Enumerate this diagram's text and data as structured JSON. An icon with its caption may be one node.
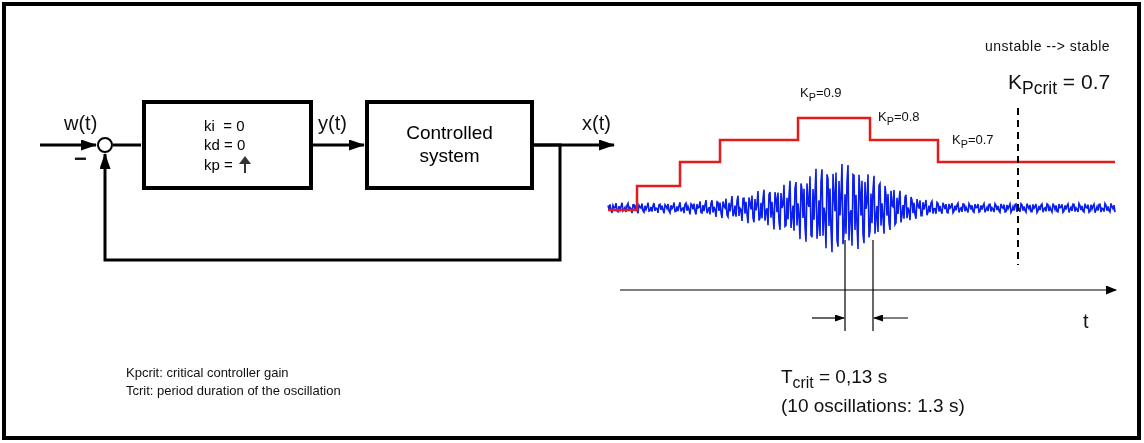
{
  "diagram": {
    "nodes": [
      {
        "text": [],
        "shape": "circle"
      },
      {
        "text": [
          "ki  = 0",
          "kd = 0",
          "kp ="
        ]
      },
      {
        "text": [
          "Controlled system"
        ]
      }
    ],
    "edges": [
      {
        "from": null,
        "to": 0,
        "arrow": "to",
        "label": "w(t)"
      },
      {
        "from": 0,
        "to": 1,
        "arrow": "none"
      },
      {
        "from": 1,
        "to": 2,
        "arrow": "to",
        "label": "y(t)"
      },
      {
        "from": 2,
        "to": null,
        "arrow": "to",
        "label": "x(t)"
      },
      {
        "from": 2,
        "to": 0,
        "arrow": "to"
      }
    ],
    "labels": [
      "−",
      "unstable --> stable",
      "K$_{Pcrit}$ = 0.7",
      "K$_{P}$=0.9",
      "K$_{P}$=0.8",
      "K$_{P}$=0.7",
      "t",
      "T$_{crit}$ = 0,13 s",
      "(10 oscillations: 1.3 s)",
      "Kpcrit: critical controller gain",
      "Tcrit: period duration of the oscillation"
    ]
  }
}
